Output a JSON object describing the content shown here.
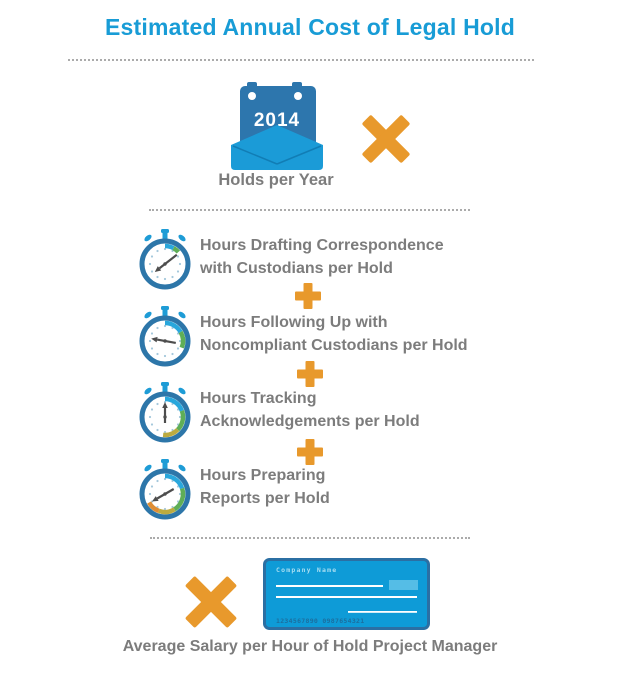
{
  "title": "Estimated Annual Cost of Legal Hold",
  "holds": {
    "icon": "calendar-icon",
    "year": "2014",
    "label": "Holds per Year"
  },
  "operators": {
    "multiply": "×",
    "plus": "+"
  },
  "items": [
    {
      "icon": "stopwatch-icon",
      "lines": [
        "Hours Drafting Correspondence",
        "with Custodians per Hold"
      ]
    },
    {
      "icon": "stopwatch-icon",
      "lines": [
        "Hours Following Up with",
        "Noncompliant Custodians per Hold"
      ]
    },
    {
      "icon": "stopwatch-icon",
      "lines": [
        "Hours Tracking",
        "Acknowledgements per Hold"
      ]
    },
    {
      "icon": "stopwatch-icon",
      "lines": [
        "Hours Preparing",
        "Reports per Hold"
      ]
    }
  ],
  "check": {
    "icon": "check-icon",
    "company_label": "Company Name",
    "account_numbers": "1234567890   0987654321"
  },
  "salary_label": "Average Salary per Hour of Hold Project Manager",
  "colors": {
    "title_blue": "#189CD6",
    "bright_blue": "#1E9CD6",
    "steel_blue": "#2D76A9",
    "check_blue": "#0E9BD7",
    "orange": "#E8992C",
    "text_gray": "#7C7C7C",
    "arc_blue": "#29A7DC",
    "arc_green": "#5FAE57",
    "arc_yellow": "#BCAB40",
    "arc_orange": "#DE8D33"
  }
}
